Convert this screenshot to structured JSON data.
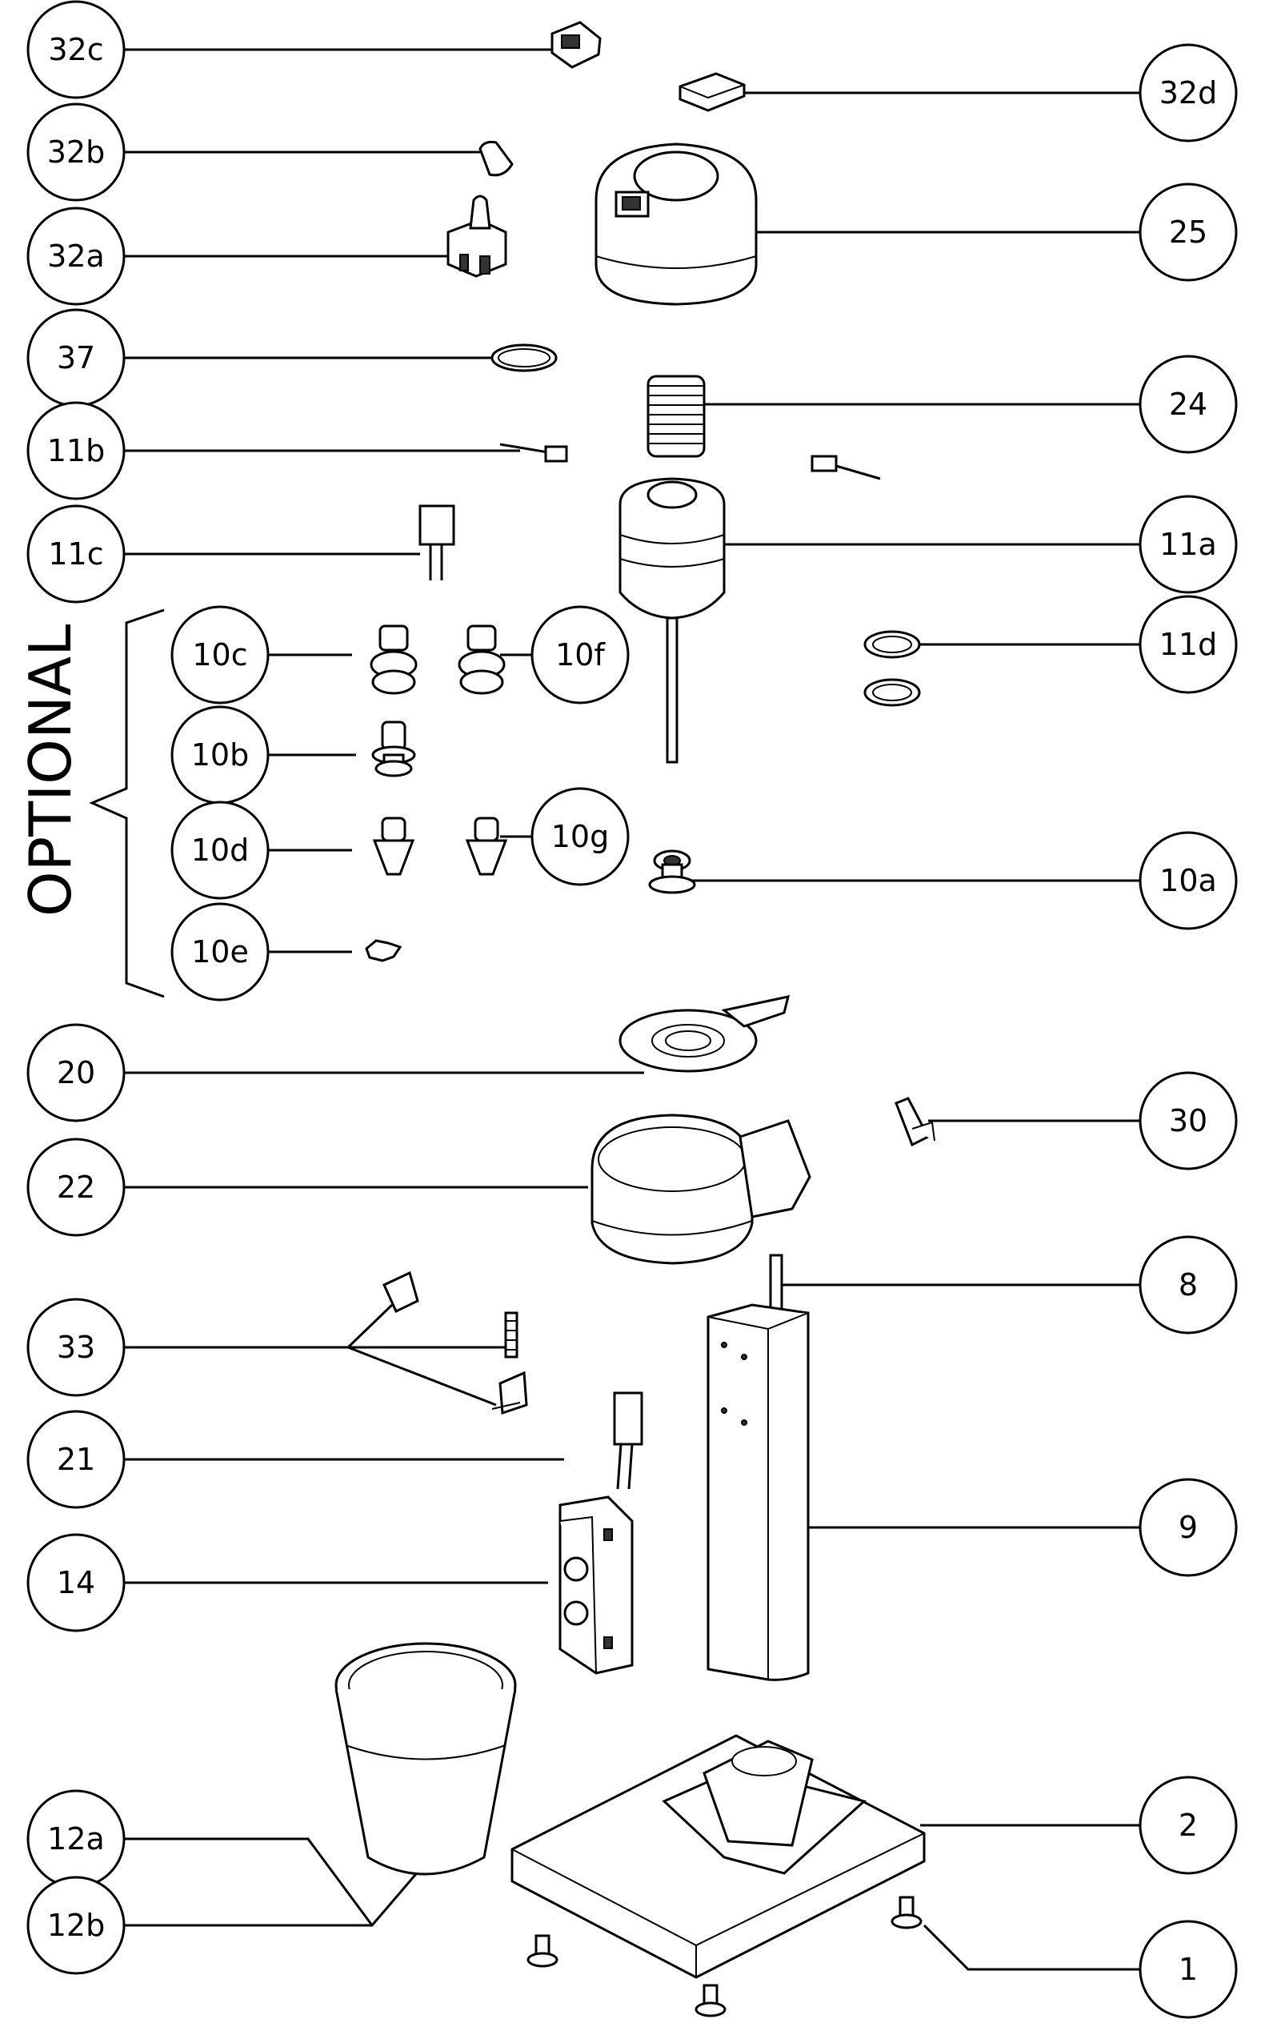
{
  "optional_label": "OPTIONAL",
  "callouts": [
    {
      "id": "32c",
      "label": "32c"
    },
    {
      "id": "32d",
      "label": "32d"
    },
    {
      "id": "32b",
      "label": "32b"
    },
    {
      "id": "25",
      "label": "25"
    },
    {
      "id": "32a",
      "label": "32a"
    },
    {
      "id": "37",
      "label": "37"
    },
    {
      "id": "24",
      "label": "24"
    },
    {
      "id": "11b",
      "label": "11b"
    },
    {
      "id": "11c",
      "label": "11c"
    },
    {
      "id": "11a",
      "label": "11a"
    },
    {
      "id": "10c",
      "label": "10c"
    },
    {
      "id": "10f",
      "label": "10f"
    },
    {
      "id": "11d",
      "label": "11d"
    },
    {
      "id": "10b",
      "label": "10b"
    },
    {
      "id": "10d",
      "label": "10d"
    },
    {
      "id": "10g",
      "label": "10g"
    },
    {
      "id": "10a",
      "label": "10a"
    },
    {
      "id": "10e",
      "label": "10e"
    },
    {
      "id": "20",
      "label": "20"
    },
    {
      "id": "30",
      "label": "30"
    },
    {
      "id": "22",
      "label": "22"
    },
    {
      "id": "8",
      "label": "8"
    },
    {
      "id": "33",
      "label": "33"
    },
    {
      "id": "21",
      "label": "21"
    },
    {
      "id": "9",
      "label": "9"
    },
    {
      "id": "14",
      "label": "14"
    },
    {
      "id": "2",
      "label": "2"
    },
    {
      "id": "12a",
      "label": "12a"
    },
    {
      "id": "12b",
      "label": "12b"
    },
    {
      "id": "1",
      "label": "1"
    }
  ]
}
